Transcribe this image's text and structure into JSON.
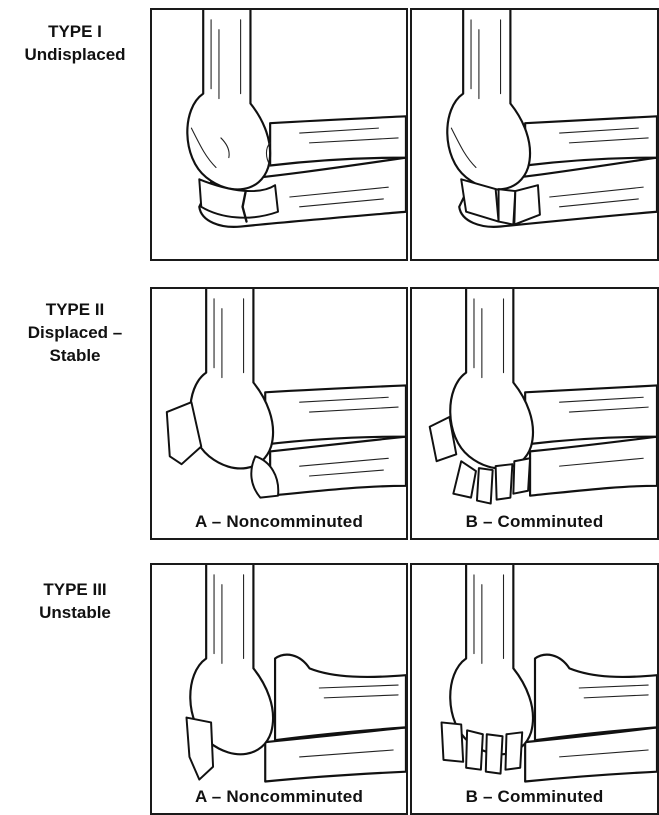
{
  "rows": [
    {
      "type_label": "TYPE I",
      "subtitle_lines": [
        "Undisplaced"
      ],
      "captions": [
        "",
        ""
      ]
    },
    {
      "type_label": "TYPE II",
      "subtitle_lines": [
        "Displaced –",
        "Stable"
      ],
      "captions": [
        "A – Noncomminuted",
        "B – Comminuted"
      ]
    },
    {
      "type_label": "TYPE III",
      "subtitle_lines": [
        "Unstable"
      ],
      "captions": [
        "A – Noncomminuted",
        "B – Comminuted"
      ]
    }
  ]
}
